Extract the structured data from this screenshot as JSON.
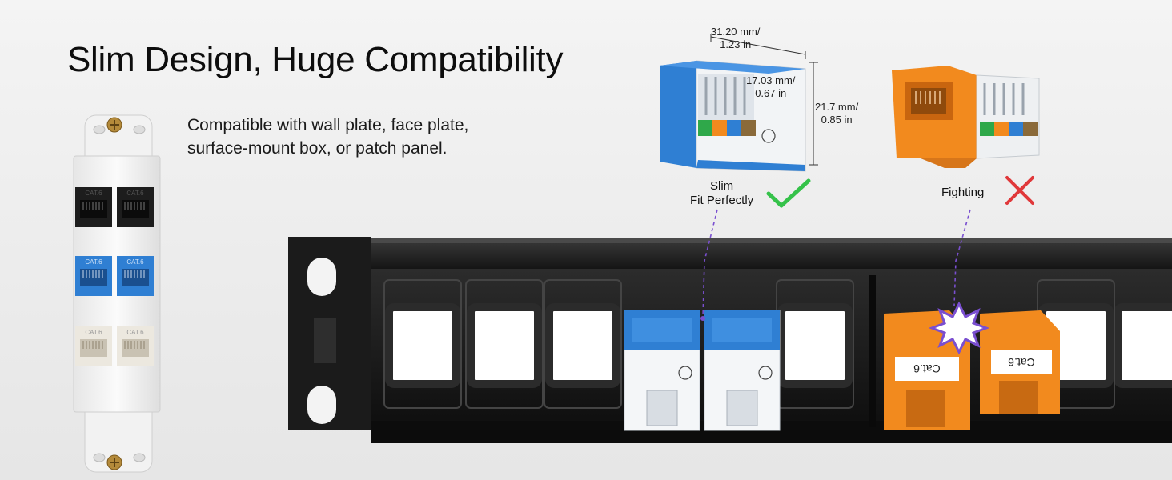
{
  "headline": "Slim Design, Huge Compatibility",
  "subtitle": {
    "line1": "Compatible with wall plate, face plate,",
    "line2": "surface-mount box, or patch panel."
  },
  "dimensions": {
    "width": {
      "line1": "31.20 mm/",
      "line2": "1.23 in"
    },
    "depth": {
      "line1": "17.03 mm/",
      "line2": "0.67 in"
    },
    "height": {
      "line1": "21.7 mm/",
      "line2": "0.85 in"
    }
  },
  "slim_label": {
    "line1": "Slim",
    "line2": "Fit Perfectly"
  },
  "fighting_label": "Fighting",
  "jack_label": "Cat.6",
  "wallplate_label": "CAT.6",
  "colors": {
    "ok": "#35c24a",
    "bad": "#e0383a",
    "pointer": "#7a4fd0",
    "jack_blue": "#2f7fd3",
    "jack_orange": "#f28a1e"
  },
  "icons": {
    "ok": "check-mark-icon",
    "bad": "cross-mark-icon",
    "conflict": "starburst-icon"
  }
}
